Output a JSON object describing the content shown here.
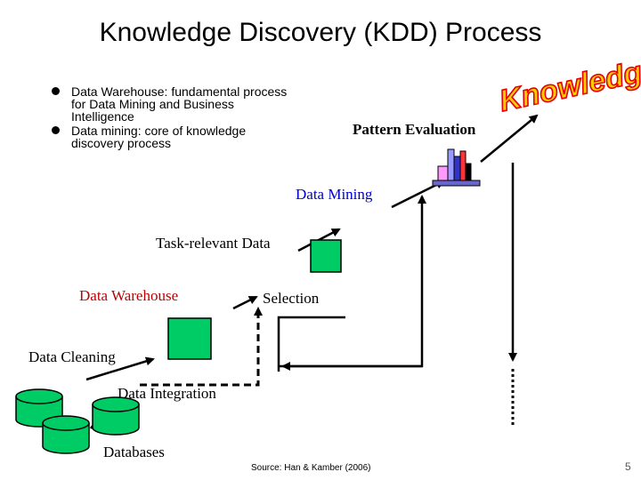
{
  "title": "Knowledge Discovery (KDD) Process",
  "bullets": [
    "Data Warehouse: fundamental process for Data Mining and Business Intelligence",
    "Data mining: core of knowledge discovery process"
  ],
  "knowledge_word": "Knowledge",
  "labels": {
    "pattern_evaluation": "Pattern Evaluation",
    "data_mining": "Data Mining",
    "task_relevant_data": "Task-relevant Data",
    "data_warehouse": "Data Warehouse",
    "selection": "Selection",
    "data_cleaning": "Data Cleaning",
    "data_integration": "Data Integration",
    "databases": "Databases"
  },
  "source": "Source: Han & Kamber (2006)",
  "page_number": "5",
  "colors": {
    "cube_green": "#00cc66",
    "knowledge_red": "#e60000",
    "knowledge_gold": "#ffcc00",
    "data_mining_blue": "#0000cc",
    "data_warehouse_red": "#c00000"
  }
}
